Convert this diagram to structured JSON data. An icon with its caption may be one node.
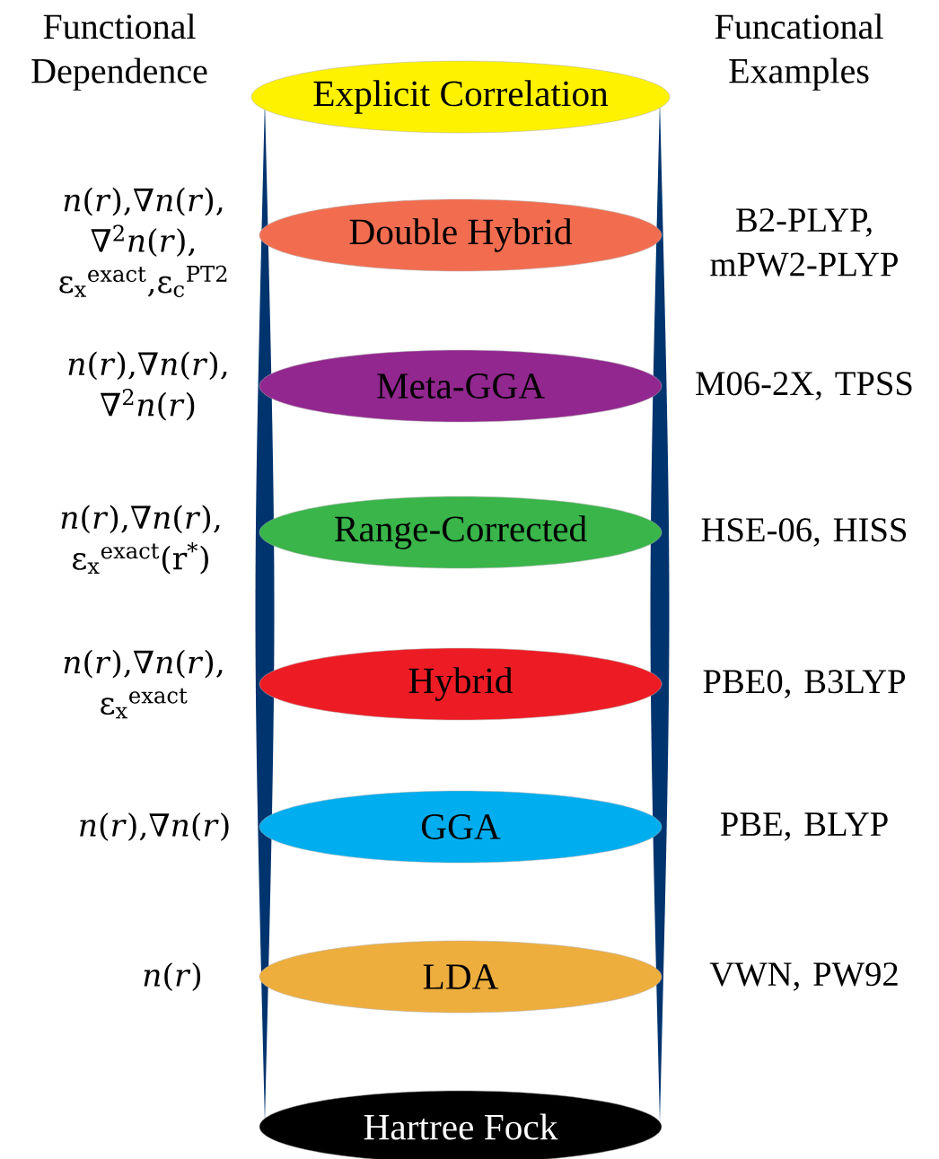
{
  "diagram": {
    "nodes": [
      {
        "text": [
          "Explicit Correlation"
        ]
      },
      {
        "text": [
          "Double Hybrid"
        ],
        "beside": [
          "*n*(*r*),∇*n*(*r*), ∇$^{2}$*n*(*r*), ε$_{x}$$^{exact}$,ε$_{c}$$^{PT2}$",
          "B2-PLYP, mPW2-PLYP"
        ]
      },
      {
        "text": [
          "Meta-GGA"
        ],
        "beside": [
          "*n*(*r*),∇*n*(*r*), ∇$^{2}$*n*(*r*)",
          "M06-2X, TPSS"
        ]
      },
      {
        "text": [
          "Range-Corrected"
        ],
        "beside": [
          "*n*(*r*),∇*n*(*r*), ε$_{x}$$^{exact}$(r$^{*}$)",
          "HSE-06, HISS"
        ]
      },
      {
        "text": [
          "Hybrid"
        ],
        "beside": [
          "*n*(*r*),∇*n*(*r*), ε$_{x}$$^{exact}$",
          "PBE0, B3LYP"
        ]
      },
      {
        "text": [
          "GGA"
        ],
        "beside": [
          "*n*(*r*),∇*n*(*r*)",
          "PBE, BLYP"
        ]
      },
      {
        "text": [
          "LDA"
        ],
        "beside": [
          "*n*(*r*)",
          "VWN, PW92"
        ]
      },
      {
        "text": [
          "Hartree Fock"
        ]
      }
    ],
    "labels": [
      "Functional Dependence",
      "Funcational Examples"
    ]
  }
}
